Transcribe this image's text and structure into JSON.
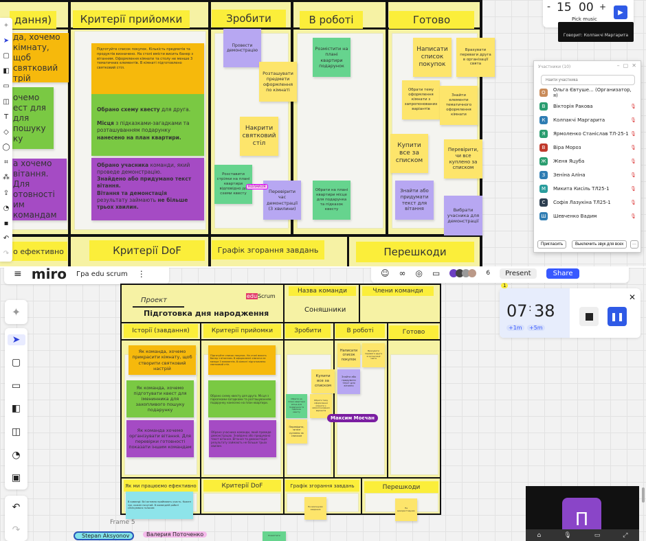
{
  "top": {
    "headers": {
      "stories": "дання)",
      "criteria": "Критерії прийомки",
      "todo": "Зробити",
      "inwork": "В роботі",
      "done": "Готово",
      "effective": "о ефективно",
      "dof": "Критерії DoF",
      "burndown": "Графік згорання завдань",
      "obstacles": "Перешкоди"
    },
    "stories": [
      "да, хочемо кімнату, щоб святковий трій",
      "очемо ест для для пошуку ку",
      "а хочемо вітання. Для отовності им командам"
    ],
    "criteria": {
      "orange": "Підготуйте список покупок. Кількість предметів та продуктів визначено. На столі вмісти висить банер з вітанням. Оформлення кімнати та столу не менше 3 тематичних елементів. В кімнаті підготовлено святковий стіл.",
      "green_1_bold": "Обрано схему квесту",
      "green_1": " для друга.",
      "green_2_bold": "Місця",
      "green_2": " з підказками-загадками та розташуванням подарунку ",
      "green_3_bold": "нанесено на план квартири.",
      "purple_1_bold": "Обрано учасника",
      "purple_1": " команди, який проведе демонстрацію.",
      "purple_2_bold": "Знайдено або придумано текст вітання.",
      "purple_3_bold": "Вітання та демонстація",
      "purple_3": " результату займають ",
      "purple_4_bold": "не більше трьох хвилин."
    },
    "todo": [
      "Провести демонстрацію",
      "Розташувати предмети оформлення по кімнаті",
      "Накрити святковий стіл",
      "Розставити стрілки на плані квартири відповідно до схеми квесту",
      "Перевірити час демонстрації (3 хвилини)"
    ],
    "cursor_tag": "КОЛАКОЯ",
    "inwork": [
      "Розмістити на плані квартири подарунок",
      "Обрати на плані квартири місце для подарунка та підказок квесту"
    ],
    "done": [
      "Написати список покупок",
      "Врахувати переваги друга в організації свята",
      "Обрати тему оформлення кімнати з запропонованих варіантів",
      "Знайти елементи тематичного оформлення кімнати",
      "Купити все за списком",
      "Перевірити, чи все куплено за списком",
      "Знайти або придумати текст для вітання",
      "Вибрати учасника для демонстрації"
    ],
    "timer": {
      "minutes": "15",
      "seconds": "00",
      "minus": "-",
      "plus": "+",
      "music": "Pick music"
    },
    "speaker": "Говорит: Колпакчі Маргарита",
    "participants": {
      "title": "Участники (10)",
      "search_placeholder": "Найти участника",
      "invite": "Пригласить",
      "mute_all": "Выключить звук для всех",
      "more": "···",
      "list": [
        {
          "initial": "О",
          "name": "Ольга Євтуше... (Организатор, я)",
          "color": "#c98b5a"
        },
        {
          "initial": "В",
          "name": "Вікторія Ракова",
          "color": "#2a9d6f"
        },
        {
          "initial": "К",
          "name": "Колпакчі Маргарита",
          "color": "#2f7db3"
        },
        {
          "initial": "Я",
          "name": "Ярмоленко Станіслав ТЛ-25-1",
          "color": "#2a9d6f"
        },
        {
          "initial": "В",
          "name": "Віра Мороз",
          "color": "#c0392b"
        },
        {
          "initial": "Ж",
          "name": "Женя Яцуба",
          "color": "#2a9d6f"
        },
        {
          "initial": "З",
          "name": "Зеніна Аліна",
          "color": "#2f7db3"
        },
        {
          "initial": "М",
          "name": "Микита Кисіль ТЛ25-1",
          "color": "#2a9d9d"
        },
        {
          "initial": "С",
          "name": "Софія Лазукіна ТЛ25-1",
          "color": "#2c3e50"
        },
        {
          "initial": "Ш",
          "name": "Шевченко Вадим",
          "color": "#2f7db3"
        }
      ]
    }
  },
  "bottom": {
    "app": {
      "logo": "miro",
      "board_name": "Гра edu scrum",
      "menu": "⋮"
    },
    "header": {
      "collab_count": "6",
      "present": "Present",
      "share": "Share",
      "viewers": "1"
    },
    "project": {
      "label": "Проект",
      "title": "Підготовка дня народження",
      "logo_edu": "edu",
      "logo_scrum": "Scrum",
      "team_label": "Назва команди",
      "team_name": "Соняшники",
      "members_label": "Члени команди"
    },
    "headers": {
      "stories": "Історії (завдання)",
      "criteria": "Критерії прийомки",
      "todo": "Зробити",
      "inwork": "В роботі",
      "done": "Готово",
      "effective": "Як ми працюємо ефективно",
      "dof": "Критерії DoF",
      "burndown": "Графік згорання завдань",
      "obstacles": "Перешкоди"
    },
    "stories": [
      "Як команда, хочемо прикрасити кімнату, щоб створити святковий настрій",
      "Як команда, хочемо підготувати квест для іменинника для захопливого пошуку подарунку",
      "Як команда хочемо організувати вітання. Для перевірки готовності показати іншим командам"
    ],
    "criteria": [
      "Підготуйте список покупок. На столі висить банер з вітанням. В оформленні кімнати не менше 3 елементів. В кімнаті підготовлено святковий стіл.",
      "Обрано схему квесту для друга. Місця з підказками-загадками та розташуванням подарунку нанесено на план квартири.",
      "Обрано учасника команди, який проведе демонстрацію. Знайдено або придумано текст вітання. Вітання та демонстація результату займають не більше трьох хвилин."
    ],
    "todo": [
      "Купити все за списком",
      "Обрати на плані квартири місце для подарунка та підказок квесту",
      "Обрати тему оформлення кімнати з запропонованих варіантів",
      "Перевірити, чи все куплено за списком"
    ],
    "inwork": [
      "Написати список покупок",
      "Врахувати переваги друга в організації свята",
      "Знайти або придумати текст для вітання"
    ],
    "effective": "В команді: Всі активно приймають участь. Кожен чує, кожен почутий. В командній роботі спілкуємося голосом",
    "burndown_note": "Не виконуємо завдання",
    "obstacles_note": "Не використовуємо",
    "cursor": "Максим Моєчан",
    "timer": {
      "minutes": "07",
      "seconds": "38",
      "add1": "+1m",
      "add5": "+5m"
    },
    "video_initial": "П",
    "frame_label": "Frame 5",
    "cursors": [
      "Stepan Aksyonov",
      "Валерия Поточенко"
    ],
    "mini_note": "Розмістити"
  }
}
